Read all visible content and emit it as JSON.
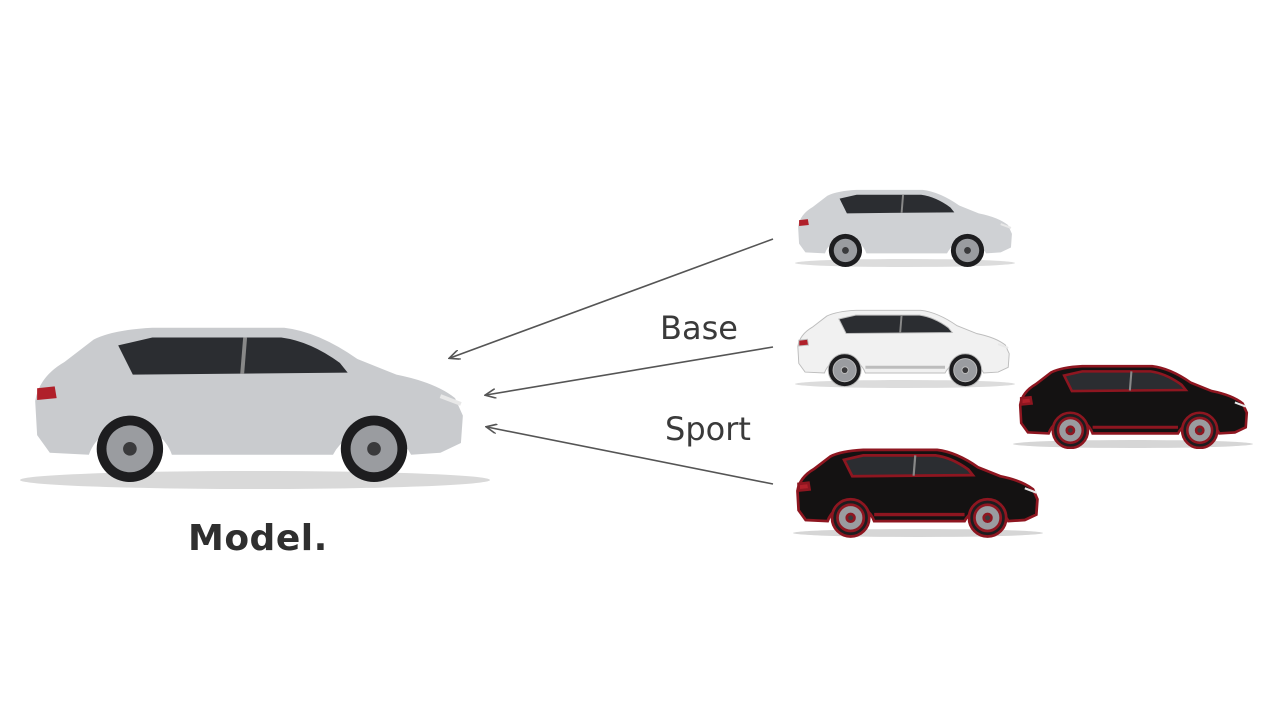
{
  "labels": {
    "model": "Model.",
    "base": "Base",
    "sport": "Sport"
  },
  "colors": {
    "main_car_body": "#c9cbce",
    "silver_variant": "#cfd1d4",
    "white_variant": "#f4f4f4",
    "sport_body": "#141212",
    "sport_accent": "#8e1620",
    "arrow": "#555555",
    "text": "#3a3a3a"
  },
  "nodes": [
    {
      "id": "main-car",
      "label_key": "model",
      "color": "main_car_body",
      "style": "plain"
    },
    {
      "id": "variant-silver",
      "color": "silver_variant",
      "style": "plain"
    },
    {
      "id": "variant-white",
      "color": "white_variant",
      "style": "plain"
    },
    {
      "id": "variant-black-right",
      "color": "sport_body",
      "style": "sport"
    },
    {
      "id": "variant-black-bottom",
      "color": "sport_body",
      "style": "sport"
    }
  ],
  "edges": [
    {
      "from": "variant-silver",
      "to": "main-car"
    },
    {
      "from": "variant-white",
      "to": "main-car",
      "label_key": "base"
    },
    {
      "from": "variant-black-bottom",
      "to": "main-car",
      "label_key": "sport"
    }
  ]
}
